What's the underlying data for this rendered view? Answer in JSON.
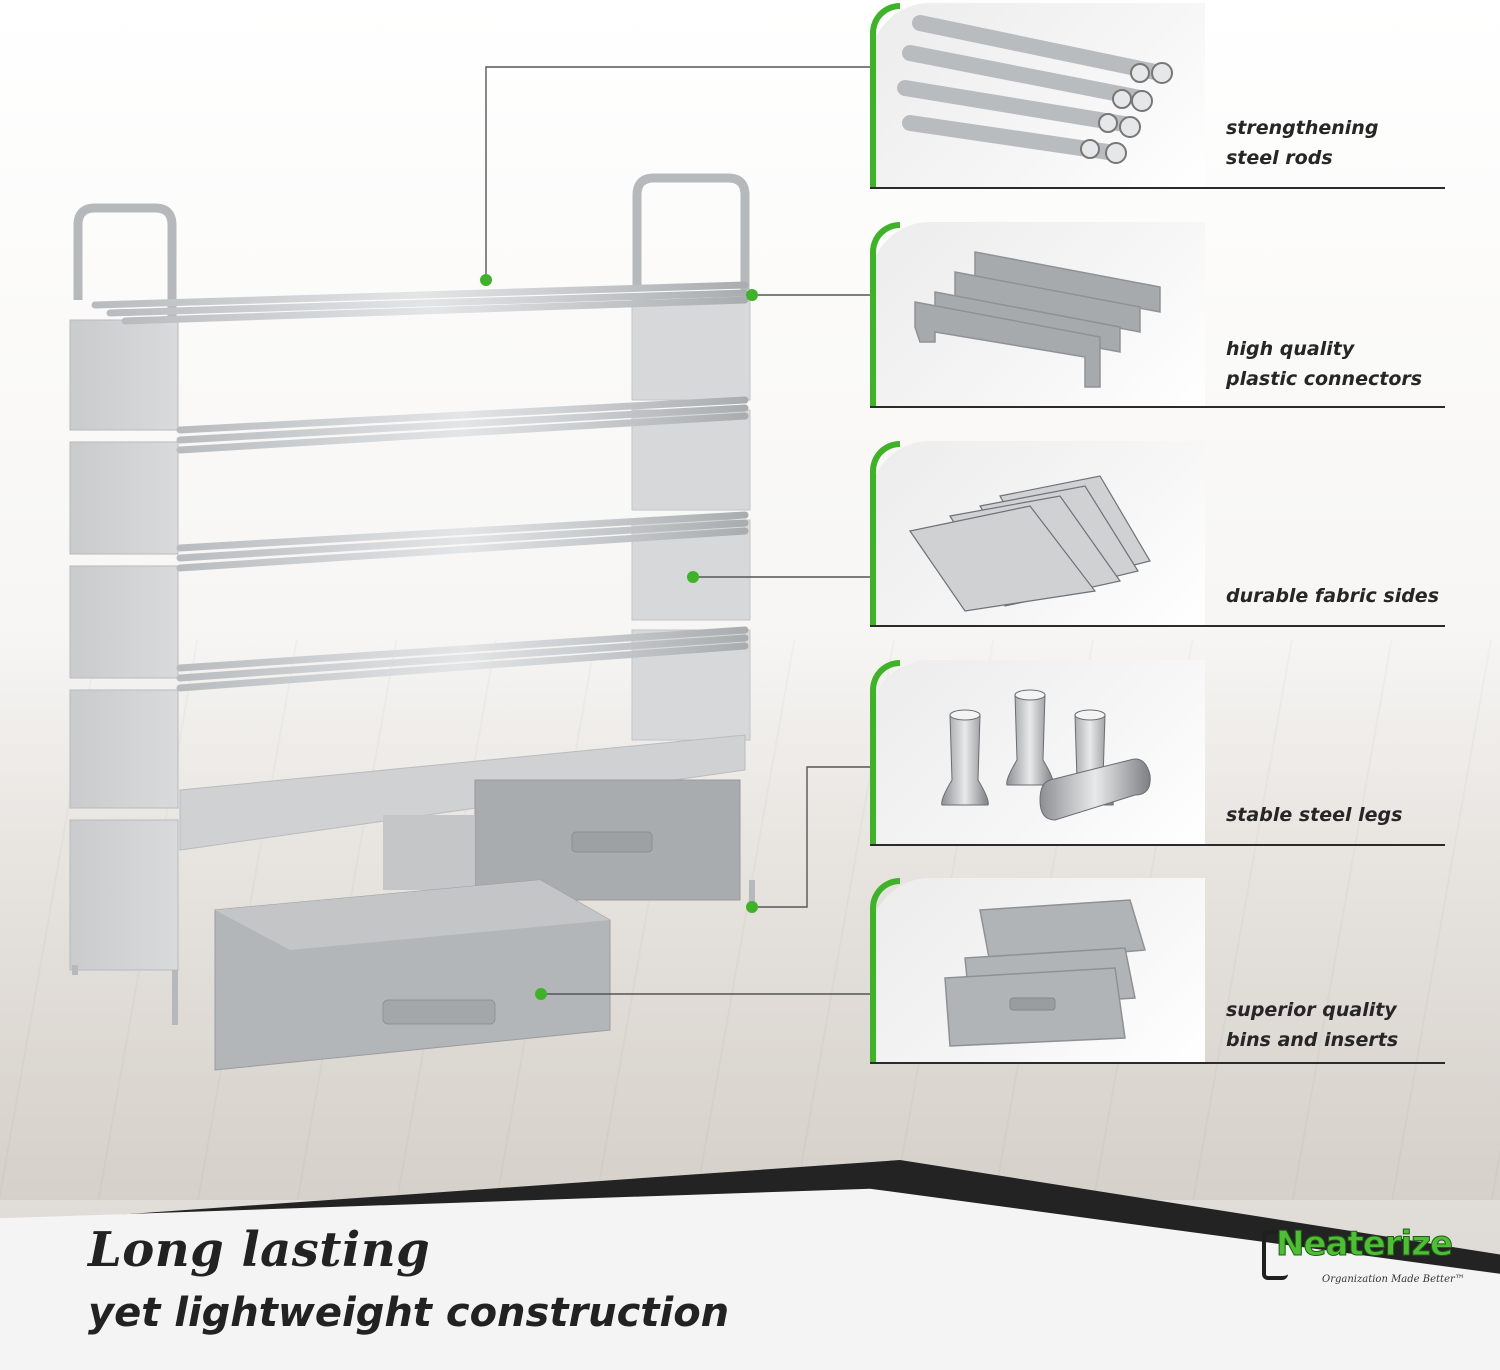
{
  "headline": {
    "line1": "Long lasting",
    "line2": "yet lightweight construction"
  },
  "brand": {
    "name": "Neaterize",
    "tagline": "Organization Made Better™",
    "color": "#4fbd35"
  },
  "accent_color": "#3fb22a",
  "features": [
    {
      "icon": "steel-rods-icon",
      "lines": [
        "strengthening",
        "steel rods"
      ]
    },
    {
      "icon": "plastic-connector-icon",
      "lines": [
        "high quality",
        "plastic connectors"
      ]
    },
    {
      "icon": "fabric-sides-icon",
      "lines": [
        "durable fabric sides"
      ]
    },
    {
      "icon": "steel-legs-icon",
      "lines": [
        "stable steel legs"
      ]
    },
    {
      "icon": "bins-inserts-icon",
      "lines": [
        "superior quality",
        "bins and inserts"
      ]
    }
  ]
}
